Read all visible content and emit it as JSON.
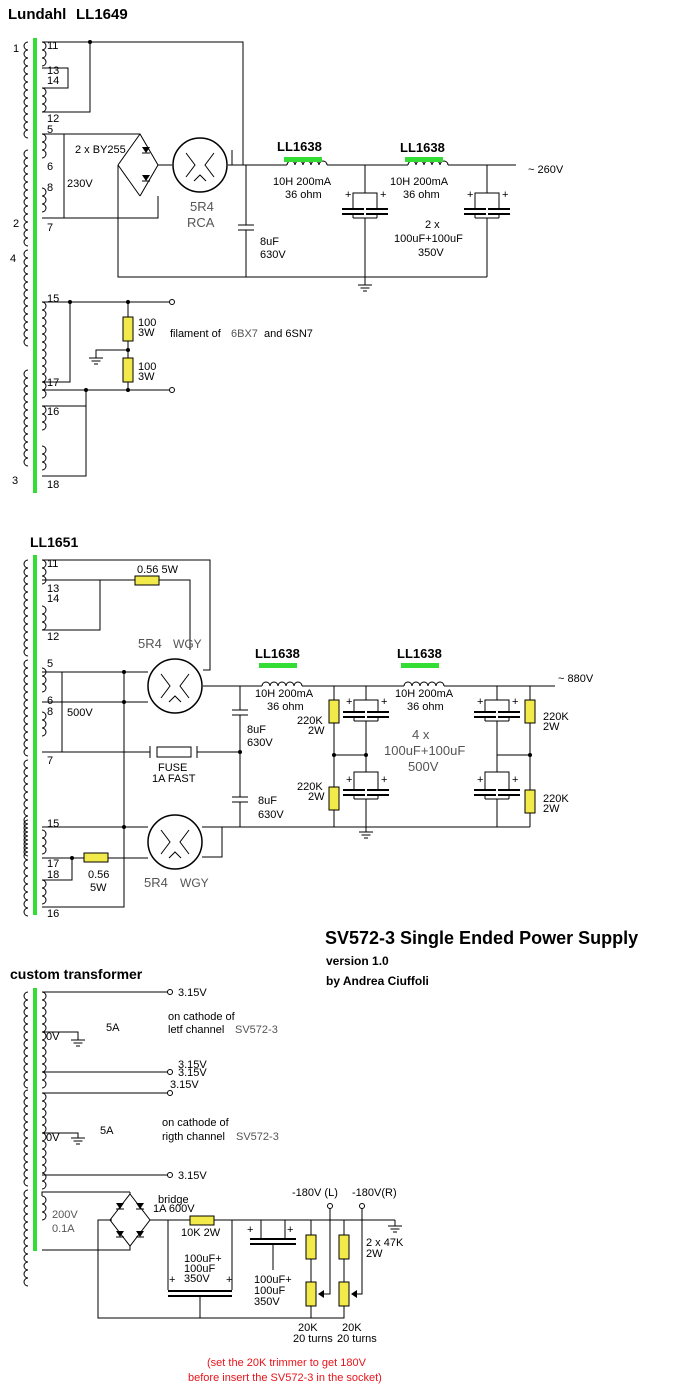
{
  "title": "SV572-3 Single Ended Power Supply",
  "version": "version 1.0",
  "author": "by Andrea Ciuffoli",
  "colors": {
    "core": "#33dd33",
    "resistor": "#f2ea4a",
    "note": "#e8141a",
    "wire": "#000000"
  },
  "section1": {
    "brand": "Lundahl",
    "model": "LL1649",
    "pins_left": [
      "1",
      "2",
      "4",
      "3"
    ],
    "pins_right": [
      "11",
      "13",
      "14",
      "12",
      "5",
      "6",
      "8",
      "7",
      "15",
      "17",
      "16",
      "18"
    ],
    "diodes": "2 x BY255",
    "voltage_winding": "230V",
    "tube_name": "5R4",
    "tube_brand": "RCA",
    "choke1_label": "LL1638",
    "choke1_spec_1": "10H 200mA",
    "choke1_spec_2": "36 ohm",
    "choke2_label": "LL1638",
    "choke2_spec_1": "10H 200mA",
    "choke2_spec_2": "36 ohm",
    "cap_input_1": "8uF",
    "cap_input_2": "630V",
    "cap_bank_1": "2 x",
    "cap_bank_2": "100uF+100uF",
    "cap_bank_3": "350V",
    "output_voltage": "~ 260V",
    "res1_1": "100",
    "res1_2": "3W",
    "res2_1": "100",
    "res2_2": "3W",
    "filament_text": "filament of",
    "filament_tubes": "6BX7",
    "filament_and": "and 6SN7",
    "plus": "+"
  },
  "section2": {
    "model": "LL1651",
    "pins_right": [
      "11",
      "13",
      "14",
      "12",
      "5",
      "6",
      "8",
      "7",
      "15",
      "17",
      "18",
      "16"
    ],
    "resistor_top": "0.56 5W",
    "tube_top_name": "5R4",
    "tube_top_brand": "WGY",
    "voltage_winding": "500V",
    "fuse_1": "FUSE",
    "fuse_2": "1A FAST",
    "cap_a_1": "8uF",
    "cap_a_2": "630V",
    "cap_b_1": "8uF",
    "cap_b_2": "630V",
    "choke1_label": "LL1638",
    "choke1_spec_1": "10H 200mA",
    "choke1_spec_2": "36 ohm",
    "choke2_label": "LL1638",
    "choke2_spec_1": "10H 200mA",
    "choke2_spec_2": "36 ohm",
    "cap_bank_1": "4 x",
    "cap_bank_2": "100uF+100uF",
    "cap_bank_3": "500V",
    "res_label_1": "220K",
    "res_label_2": "2W",
    "output_voltage": "~ 880V",
    "res_bottom_1": "0.56",
    "res_bottom_2": "5W",
    "tube_bottom_name": "5R4",
    "tube_bottom_brand": "WGY"
  },
  "section3": {
    "title": "custom transformer",
    "v315": "3.15V",
    "zero_v": "0V",
    "amps_1": "5A",
    "amps_2": "5A",
    "left_1": "on cathode of",
    "left_2": "letf channel",
    "left_3": "SV572-3",
    "right_1": "on cathode of",
    "right_2": "rigth channel",
    "right_3": "SV572-3",
    "winding_1": "200V",
    "winding_2": "0.1A",
    "bridge_1": "bridge",
    "bridge_2": "1A 600V",
    "res_10k": "10K 2W",
    "cap_big_1": "100uF+",
    "cap_big_2": "100uF",
    "cap_big_3": "350V",
    "cap_small_1": "100uF+",
    "cap_small_2": "100uF",
    "cap_small_3": "350V",
    "out_l": "-180V (L)",
    "out_r": "-180V(R)",
    "res_47k_1": "2 x 47K",
    "res_47k_2": "2W",
    "trim_1": "20K",
    "trim_2": "20 turns",
    "note_1": "(set the 20K trimmer to get 180V",
    "note_2": "before insert the SV572-3 in the socket)"
  }
}
